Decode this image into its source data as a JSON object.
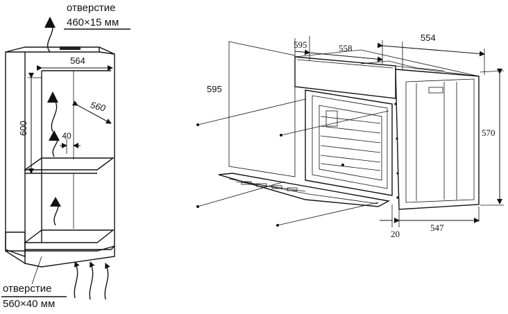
{
  "left_diagram": {
    "top_opening_label_line1": "отверстие",
    "top_opening_label_line2": "460×15 мм",
    "bottom_opening_label_line1": "отверстие",
    "bottom_opening_label_line2": "560×40 мм",
    "dim_width": "564",
    "dim_depth": "560",
    "dim_height": "600",
    "dim_gap": "40"
  },
  "right_diagram": {
    "dim_front_height": "595",
    "dim_door_width": "595",
    "dim_inner_width": "558",
    "dim_body_depth": "554",
    "dim_body_height": "570",
    "dim_bottom_gap": "20",
    "dim_bottom_depth": "547"
  },
  "colors": {
    "line": "#111111",
    "background": "#ffffff"
  }
}
